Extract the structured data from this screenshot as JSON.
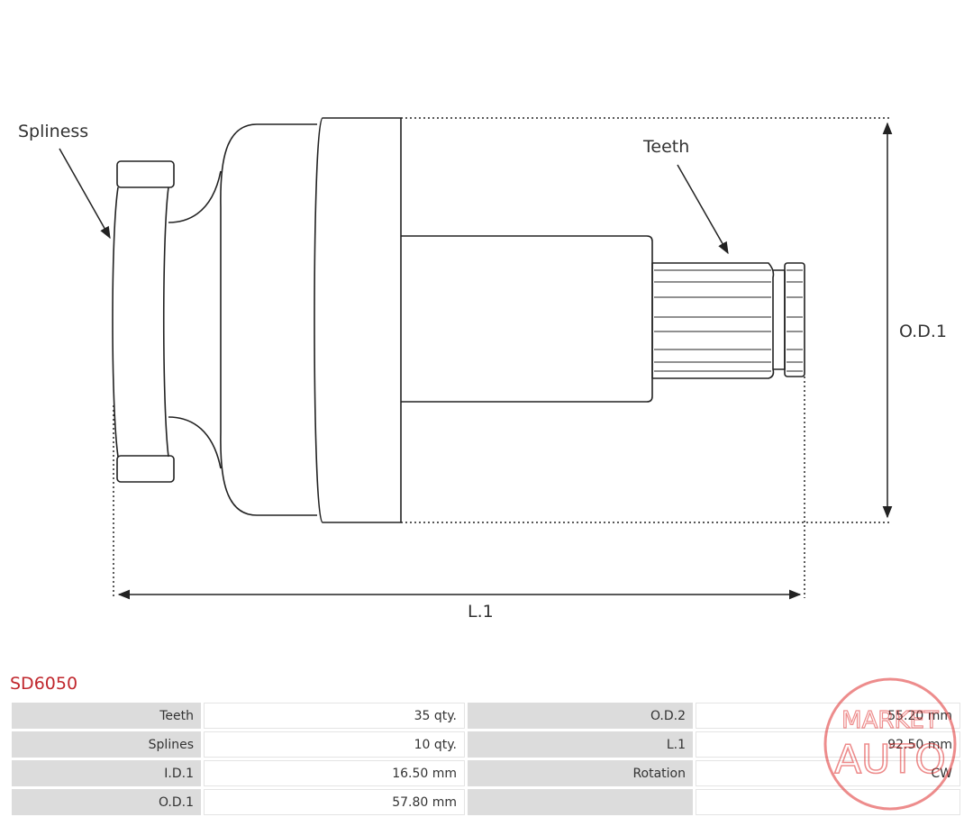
{
  "drawing": {
    "labels": {
      "spliness": "Spliness",
      "teeth": "Teeth",
      "od1": "O.D.1",
      "l1": "L.1"
    }
  },
  "part_code": "SD6050",
  "specs": {
    "rows": [
      {
        "k1": "Teeth",
        "v1": "35 qty.",
        "k2": "O.D.2",
        "v2": "55.20 mm"
      },
      {
        "k1": "Splines",
        "v1": "10 qty.",
        "k2": "L.1",
        "v2": "92.50 mm"
      },
      {
        "k1": "I.D.1",
        "v1": "16.50 mm",
        "k2": "Rotation",
        "v2": "CW"
      },
      {
        "k1": "O.D.1",
        "v1": "57.80 mm",
        "k2": "",
        "v2": ""
      }
    ]
  },
  "watermark": {
    "line1": "MARKET",
    "line2": "AUTO",
    "color": "#e0302f"
  },
  "colors": {
    "accent": "#c0272d",
    "line": "#222222"
  }
}
